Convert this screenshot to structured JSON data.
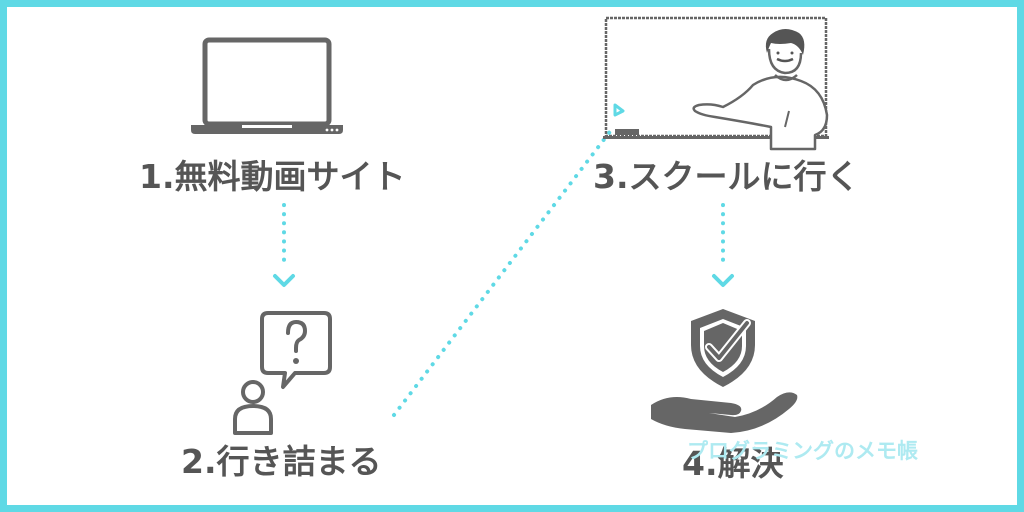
{
  "steps": [
    {
      "label": "1.無料動画サイト",
      "icon": "laptop-icon"
    },
    {
      "label": "2.行き詰まる",
      "icon": "person-question-icon"
    },
    {
      "label": "3.スクールに行く",
      "icon": "teacher-whiteboard-icon"
    },
    {
      "label": "4.解決",
      "icon": "hand-shield-check-icon"
    }
  ],
  "watermark": "プログラミングのメモ帳",
  "colors": {
    "frame": "#5fd9e5",
    "arrow": "#5fd9e5",
    "text": "#555555",
    "icon": "#666666",
    "watermark": "#aeeaf1"
  }
}
